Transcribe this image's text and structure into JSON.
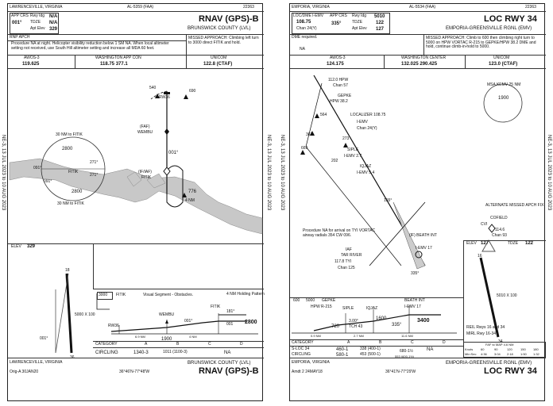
{
  "plateA": {
    "header_city": "LAWRENCEVILLE, VIRGINIA",
    "header_al": "AL-5359 (FAA)",
    "header_num": "22363",
    "info_labels": [
      "APP CRS",
      "Rwy Idg",
      "TDZE",
      "Apt Elev"
    ],
    "app_crs": "001°",
    "rwy_idg": "N/A",
    "tdze": "N/A",
    "apt_elev": "329",
    "title": "RNAV (GPS)-B",
    "airport": "BRUNSWICK COUNTY (LVL)",
    "rnp": "RNP APCH",
    "note": "Procedure NA at night. Helicopter visibility reduction below 1 SM NA. When local altimeter setting not received, use South Hill altimeter setting and increase all MDA 60 feet.",
    "missed": "MISSED APPROACH: Climbing left turn to 3000 direct FITIK and hold.",
    "freq_awos_label": "AWOS-3",
    "freq_awos": "119.625",
    "freq_app_label": "WASHINGTON APP CON",
    "freq_app": "118.75 377.1",
    "freq_unicom_label": "UNICOM",
    "freq_unicom": "122.8 (CTAF)",
    "plan_labels": {
      "fitik_taa": "FITIK",
      "alt_2800_a": "2800",
      "alt_2800_b": "2800",
      "nm30a": "30 NM to FITIK",
      "nm30b": "30 NM to FITIK",
      "bearing_091": "091°",
      "bearing_271a": "271°",
      "bearing_271b": "271°",
      "bearing_091b": "091°",
      "rw36": "RW36",
      "faf": "(FAF)",
      "wembu": "WEMBU",
      "fitik_iaf": "(IF/IAF)",
      "fitik2": "FITIK",
      "course": "001°",
      "nm4": "4 NM",
      "ob540": "540",
      "ob690": "690",
      "ob776": "776"
    },
    "elev_label": "ELEV",
    "elev": "329",
    "airport_diagram_labels": {
      "rwy_a": "18",
      "rwy_b": "36",
      "dim": "5000 X 100",
      "hdg": "001°"
    },
    "profile": {
      "alt_box": "3000",
      "fitik_label": "FITIK",
      "visual": "Visual Segment - Obstacles.",
      "hold": "4 NM Holding Pattern",
      "fitik": "FITIK",
      "wembu": "WEMBU",
      "rw36": "RW36",
      "alt1900": "1900",
      "alt2800": "2800",
      "crs1": "001°",
      "crs2": "181°",
      "crs3": "001",
      "d1": "6.9 NM",
      "d2": "4 NM"
    },
    "mins_header": [
      "CATEGORY",
      "A",
      "B",
      "C",
      "D"
    ],
    "mins_row_label": "CIRCLING",
    "mins_row_a": "1340-3",
    "mins_row_b": "1011 (1100-3)",
    "mins_row_na": "NA",
    "footer_city": "LAWRENCEVILLE, VIRGINIA",
    "footer_orig": "Orig-A 30JAN20",
    "footer_coords": "36°46'N-77°48'W",
    "footer_airport": "BRUNSWICK COUNTY (LVL)",
    "footer_title": "RNAV (GPS)-B",
    "side_left": "NE-3, 13 JUL 2023 to 10 AUG 2023",
    "side_right": "NE-3, 13 JUL 2023 to 10 AUG 2023"
  },
  "plateB": {
    "header_city": "EMPORIA, VIRGINIA",
    "header_al": "AL-5534 (FAA)",
    "header_num": "22363",
    "loc_label": "LOC/DME I-EMV",
    "loc_freq": "108.75",
    "loc_chan": "Chan 24(Y)",
    "app_crs_label": "APP CRS",
    "app_crs": "335°",
    "info_labels": [
      "Rwy Idg",
      "TDZE",
      "Apt Elev"
    ],
    "rwy_idg": "5010",
    "tdze": "122",
    "apt_elev": "127",
    "title": "LOC RWY 34",
    "airport": "EMPORIA-GREENSVILLE RGNL (EMV)",
    "dme_req": "DME required.",
    "na": "NA",
    "missed": "MISSED APPROACH: Climb to 600 then climbing right turn to 5000 on HPW VORTAC R-215 to GEPKE/HPW 38.2 DME and hold, continue climb-in-hold to 5000.",
    "freq_awos_label": "AWOS-3",
    "freq_awos": "124.175",
    "freq_app_label": "WASHINGTON CENTER",
    "freq_app": "132.025 290.425",
    "freq_unicom_label": "UNICOM",
    "freq_unicom": "123.0 (CTAF)",
    "plan_labels": {
      "hpw": "112.0 HPW",
      "chan57": "Chan 57",
      "gepke": "GEPKE",
      "hpw382": "HPW 38.2",
      "localizer": "LOCALIZER 108.75",
      "iemv": "I-EMV",
      "chan24": "Chan 24(Y)",
      "ob564": "564",
      "ob362": "362",
      "ob273": "273",
      "ob669": "669",
      "siple": "SIPLE",
      "siple_d": "I-EMV 2.7",
      "iqjaz": "IQJAZ",
      "iqjaz_d": "I-EMV 5.4",
      "msa": "MSA KEMV 25 NM",
      "msa_alt": "1900",
      "proc_note": "Procedure NA for arrival on TYI VORTAC airway radials 354 CW 096.",
      "iaf": "IAF",
      "tar_river": "TAR RIVER",
      "tyi": "117.8 TYI",
      "chan125": "Chan 125",
      "beath": "(IF) BEATH INT",
      "beath_d": "I-EMV 17",
      "ob202": "202",
      "alt_apch": "ALTERNATE MISSED APCH FIX",
      "cofield": "COFIELD",
      "cvi": "CVI",
      "cvi_freq": "114.6",
      "chan93": "Chan 93",
      "crs155": "155°",
      "crs335": "335°"
    },
    "elev_label": "ELEV",
    "elev": "127",
    "tdze_label": "TDZE",
    "tdze2": "122",
    "airport_diagram_labels": {
      "rwy_a": "16",
      "rwy_b": "34",
      "dim": "5010 X 100",
      "rel": "REIL Rwys 16 and 34",
      "mirl": "MIRL Rwy 16-34"
    },
    "profile": {
      "a600": "600",
      "a5000": "5000",
      "gepke": "GEPKE",
      "hpw": "HPW R-215",
      "siple": "SIPLE",
      "iqjaz": "IQJAZ",
      "beath": "BEATH INT",
      "beath_d": "I-EMV 17",
      "gs": "3.00°",
      "tch": "TCH 43",
      "alt720": "720",
      "alt1600": "1600",
      "alt3400": "3400",
      "crs335": "335°",
      "d1": "0.9 NM",
      "d2": "2.7 NM",
      "d3": "11.6 NM"
    },
    "mins_header": [
      "CATEGORY",
      "A",
      "B",
      "C",
      "D"
    ],
    "mins_row1_label": "S-LOC 34",
    "mins_row1_a": "460-1",
    "mins_row1_b": "338 (400-1)",
    "mins_row1_na": "NA",
    "mins_row2_label": "CIRCLING",
    "mins_row2_a": "580-1",
    "mins_row2_b": "453 (500-1)",
    "mins_row2_c": "680-1½",
    "mins_row2_d": "553 (600-1½)",
    "time_table": {
      "title": "FAF to MAP 4.6 NM",
      "knots_label": "Knots",
      "knots": [
        "60",
        "90",
        "120",
        "150",
        "180"
      ],
      "minsec_label": "Min:Sec",
      "minsec": [
        "4:36",
        "3:04",
        "2:18",
        "1:50",
        "1:32"
      ]
    },
    "footer_city": "EMPORIA, VIRGINIA",
    "footer_amdt": "Amdt 2 24MAY18",
    "footer_coords": "36°41'N-77°29'W",
    "footer_airport": "EMPORIA-GREENSVILLE RGNL (EMV)",
    "footer_title": "LOC RWY 34",
    "side_left": "NE-3, 13 JUL 2023 to 10 AUG 2023",
    "side_right": "NE-3, 13 JUL 2023 to 10 AUG 2023"
  }
}
